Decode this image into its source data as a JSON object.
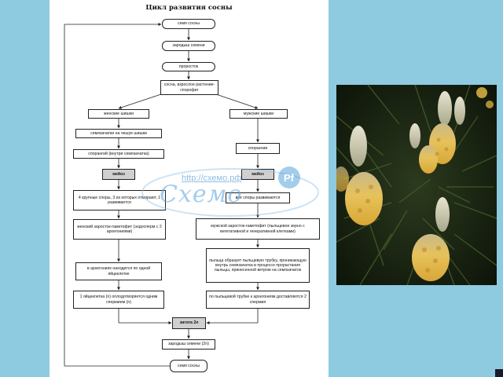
{
  "diagram": {
    "title": "Цикл развития сосны",
    "nodes": {
      "seed_top": "семя сосны",
      "embryo_top": "зародыш семени",
      "sprout": "проросток",
      "sporophyte": "сосна, взрослое растение-спорофит",
      "female_cones": "женские шишки",
      "male_cones": "мужские шишки",
      "ovules": "семязачатки на чешуе шишки",
      "sporangium_f": "спорангий (внутри семязачатка)",
      "meiosis_f": "мейоз",
      "sporangia_m": "спорангии",
      "meiosis_m": "мейоз",
      "megaspores": "4 крупные споры, 3 из которых отмирают, 1 развивается",
      "microspores": "все споры развиваются",
      "female_gametophyte": "женский заросток-гаметофит (эндосперм с 2 архегониями)",
      "male_gametophyte": "мужской заросток-гаметофит (пыльцевое зерно с вегетативной и генеративной клетками)",
      "archegonia": "в архегониях находится по одной яйцеклетке",
      "pollen_tube": "пыльца образует пыльцевую трубку, проникающую внутрь семязачатка в процессе прорастания пыльцы, принесенной ветром на семязачаток",
      "egg_fertilized": "1 яйцеклетка (n) оплодотворяется одним спермием (n)",
      "sperm": "по пыльцевой трубке к архегониям доставляются 2 спермия",
      "zygote": "зигота 2n",
      "embryo_bottom": "зародыш семени (2n)",
      "seed_bottom": "семя сосны"
    }
  },
  "watermark": {
    "url": "http://схемо.рф",
    "brand": "Схемо"
  },
  "colors": {
    "background": "#8ecae0",
    "sheet": "#ffffff",
    "watermark": "#5aa4dc"
  }
}
